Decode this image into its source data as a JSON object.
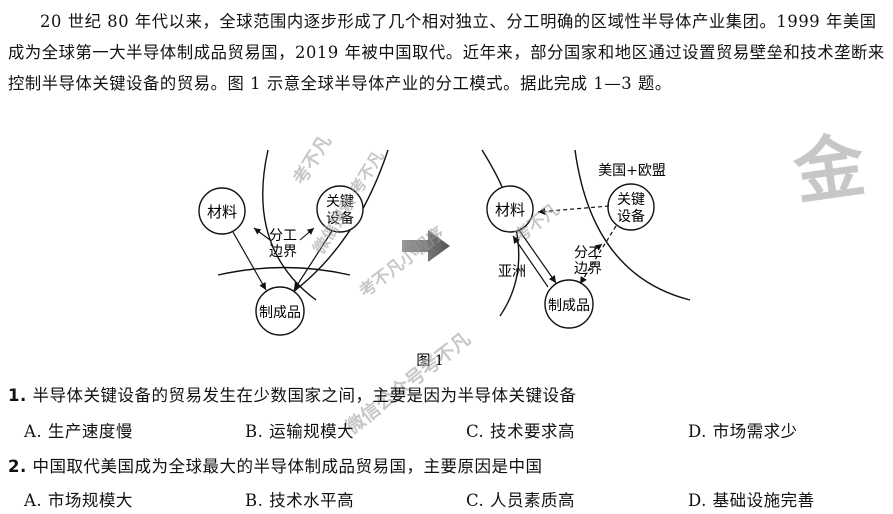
{
  "intro": {
    "text": "20 世纪 80 年代以来，全球范围内逐步形成了几个相对独立、分工明确的区域性半导体产业集团。1999 年美国成为全球第一大半导体制成品贸易国，2019 年被中国取代。近年来，部分国家和地区通过设置贸易壁垒和技术垄断来控制半导体关键设备的贸易。图 1 示意全球半导体产业的分工模式。据此完成 1—3 题。"
  },
  "figure": {
    "left": {
      "materials": "材料",
      "equipment_line1": "关键",
      "equipment_line2": "设备",
      "boundary_line1": "分工",
      "boundary_line2": "边界",
      "product": "制成品"
    },
    "right": {
      "region_label": "美国+欧盟",
      "asia_label": "亚洲",
      "materials": "材料",
      "equipment_line1": "关键",
      "equipment_line2": "设备",
      "boundary_line1": "分工",
      "boundary_line2": "边界",
      "product": "制成品"
    },
    "caption": "图 1"
  },
  "watermarks": {
    "w1": "考不凡",
    "w2": "微信搜索 考不凡",
    "w3": "考不凡小程序",
    "w4": "考不凡",
    "w5": "微信公众号考不凡",
    "corner": "金"
  },
  "questions": [
    {
      "number": "1.",
      "stem": "半导体关键设备的贸易发生在少数国家之间，主要是因为半导体关键设备",
      "options": [
        "A. 生产速度慢",
        "B. 运输规模大",
        "C. 技术要求高",
        "D. 市场需求少"
      ]
    },
    {
      "number": "2.",
      "stem": "中国取代美国成为全球最大的半导体制成品贸易国，主要原因是中国",
      "options": [
        "A. 市场规模大",
        "B. 技术水平高",
        "C. 人员素质高",
        "D. 基础设施完善"
      ]
    }
  ]
}
